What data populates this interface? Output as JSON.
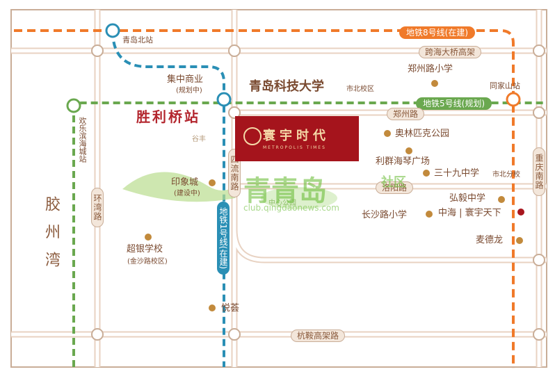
{
  "metro": {
    "line8": "地铁8号线(在建)",
    "line5": "地铁5号线(规划)",
    "line1": "地铁1号线(在建)"
  },
  "stations": {
    "qingdao_north": "青岛北站",
    "tongjiashan": "同家山站",
    "shengli_bridge": "胜利桥站",
    "jizhong": "集中商业",
    "jizhong_status": "(规划中)"
  },
  "roads": {
    "kuahai_bridge": "跨海大桥高架",
    "zhengzhou": "郑州路",
    "luoyang": "洛阳路",
    "hangan": "杭鞍高架路",
    "huanhuan_beach": "欢乐滨海城站",
    "huanwan": "环湾路",
    "sidanan": "四流南路",
    "chongqing_south": "重庆南路"
  },
  "areas": {
    "jiaozhou_bay": "胶州湾"
  },
  "pois": {
    "univ": "青岛科技大学",
    "univ_campus": "市北校区",
    "zhengzhou_school": "郑州路小学",
    "olympic_park": "奥林匹克公园",
    "liqun_piano": "利群海琴广场",
    "school39": "三十九中学",
    "school39_campus": "市北分校",
    "hongyi": "弘毅中学",
    "zhonghai": "中海 | 寰宇天下",
    "changsha_school": "长沙路小学",
    "mcdonalds": "麦德龙",
    "yinxiang": "印象城",
    "yinxiang_status": "(建设中)",
    "chaoyin": "超银学校",
    "chaoyin_campus": "(金沙路校区)",
    "yuehui": "悦荟",
    "center_park": "中心公园",
    "gucheng": "谷丰"
  },
  "project": {
    "name": "寰宇时代",
    "subtitle": "METROPOLIS TIMES"
  },
  "watermark": {
    "main": "青青岛",
    "suffix": "社区",
    "url": "club.qingdaonews.com"
  },
  "colors": {
    "line8": "#f07a2a",
    "line5": "#6aa84f",
    "line1": "#2a8fb5",
    "road": "#e8d2c2",
    "project": "#a5141c"
  }
}
